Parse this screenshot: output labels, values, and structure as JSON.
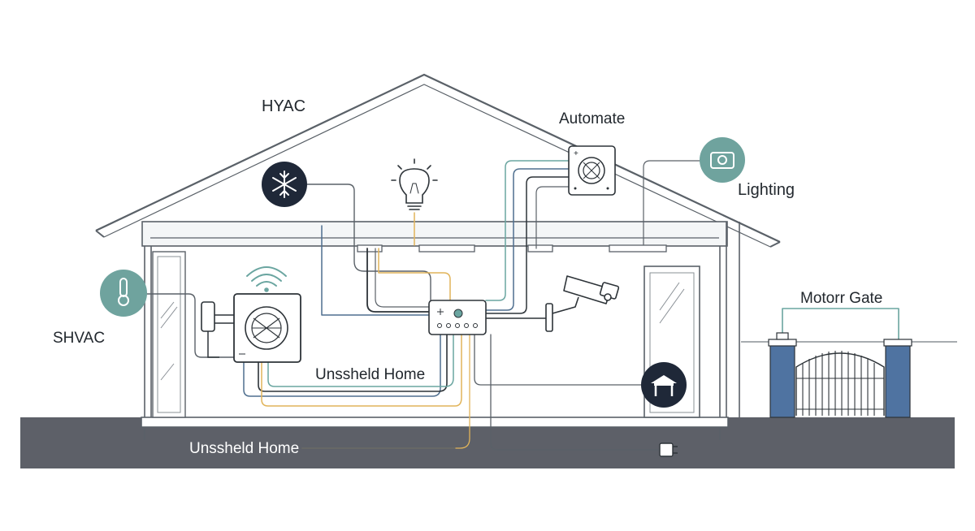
{
  "labels": {
    "hvac_top": "HYAC",
    "automate": "Automate",
    "lighting": "Lighting",
    "shvac": "SHVAC",
    "motor_gate": "Motorr Gate",
    "home_inner": "Unssheld Home",
    "home_ground": "Unssheld Home"
  },
  "colors": {
    "outline": "#5a6168",
    "wire_dark": "#2d3338",
    "wire_blue": "#4f6f8f",
    "wire_teal": "#6aa5a0",
    "wire_gold": "#e1b45a",
    "teal_badge": "#6fa39e",
    "navy_badge": "#1f2838",
    "ground": "#5d6068",
    "gate_post": "#4f73a1"
  },
  "icons": [
    "snowflake-icon",
    "lightbulb-icon",
    "fan-icon",
    "camera-icon",
    "thermometer-icon",
    "wifi-icon",
    "security-camera-icon",
    "garage-icon",
    "plug-icon",
    "hub-icon",
    "gate-icon"
  ]
}
